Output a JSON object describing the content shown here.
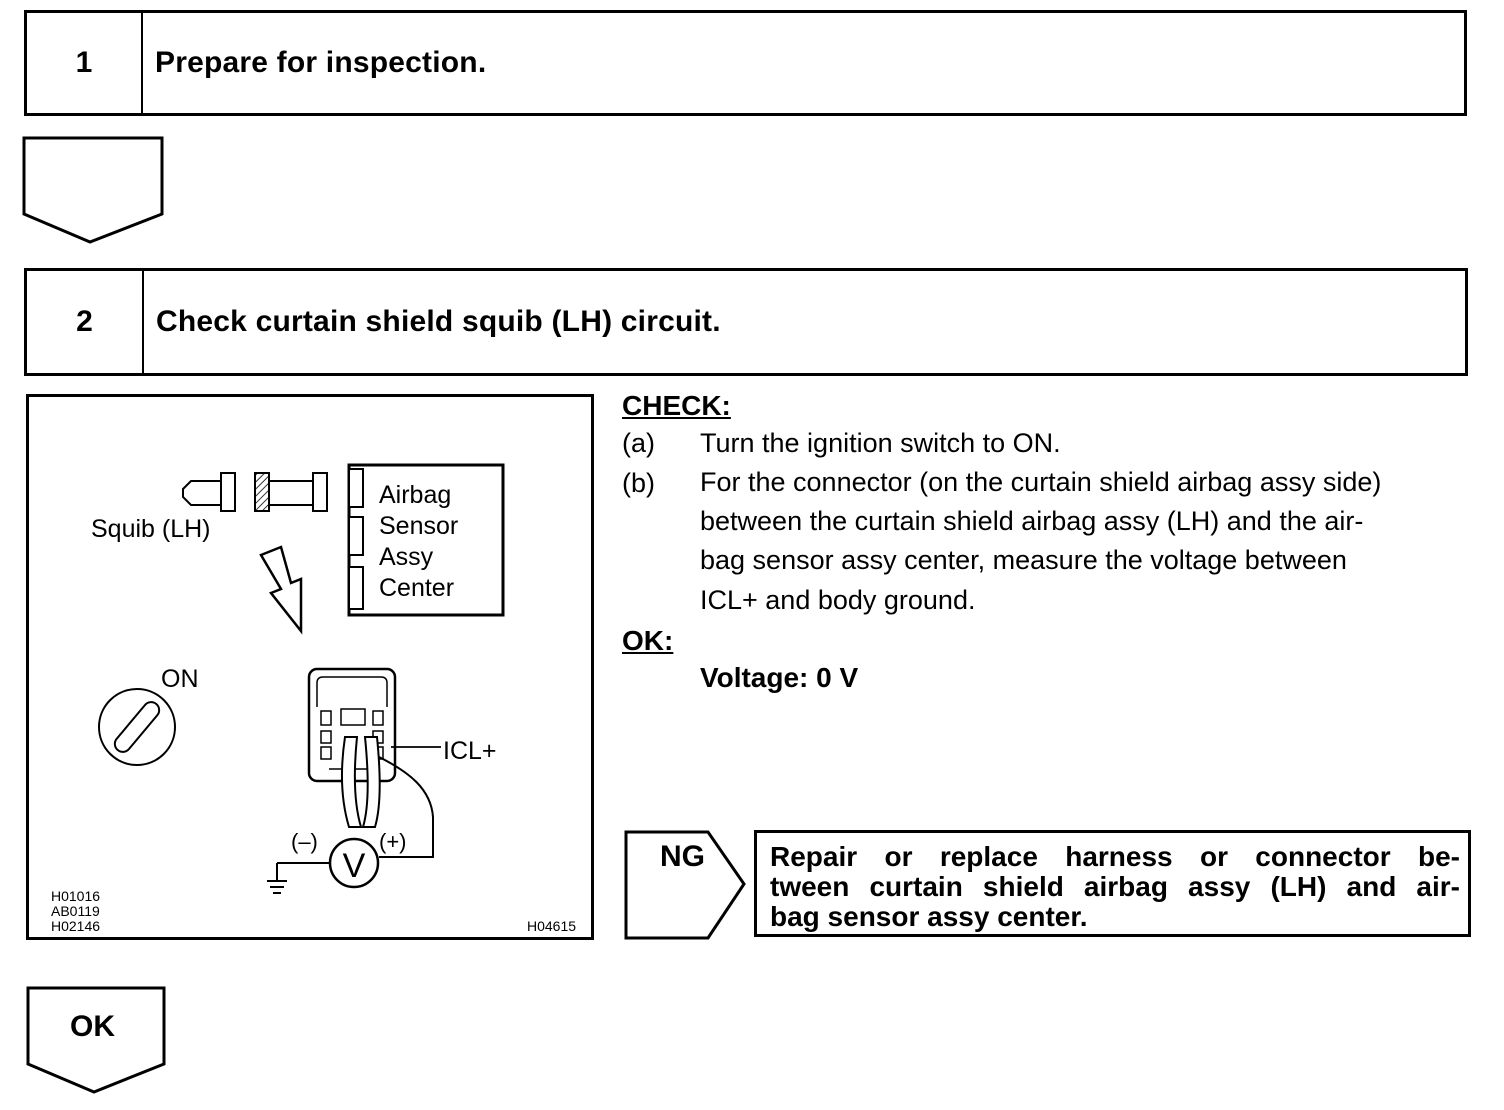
{
  "step1": {
    "number": "1",
    "title": "Prepare for inspection."
  },
  "step2": {
    "number": "2",
    "title": "Check curtain shield squib (LH) circuit."
  },
  "figure": {
    "squib_label": "Squib (LH)",
    "sensor_label": [
      "Airbag",
      "Sensor",
      "Assy",
      "Center"
    ],
    "ignition_label": "ON",
    "terminal_label": "ICL+",
    "minus_label": "(–)",
    "plus_label": "(+)",
    "meter_symbol": "V",
    "codes": [
      "H01016",
      "AB0119",
      "H02146"
    ],
    "figure_code": "H04615"
  },
  "check": {
    "heading": "CHECK:",
    "items": [
      {
        "letter": "(a)",
        "text": "Turn the ignition switch to ON."
      },
      {
        "letter": "(b)",
        "lines": [
          "For the connector (on the curtain shield airbag assy side)",
          "between the curtain shield airbag assy (LH) and the air-",
          "bag sensor assy center, measure the voltage between",
          "ICL+ and body ground."
        ]
      }
    ],
    "ok_heading": "OK:",
    "ok_spec": "Voltage: 0 V"
  },
  "ng": {
    "label": "NG",
    "lines": [
      "Repair or replace harness or connector be-",
      "tween curtain shield airbag assy (LH) and air-",
      "bag sensor assy center."
    ]
  },
  "ok_arrow": {
    "label": "OK"
  }
}
